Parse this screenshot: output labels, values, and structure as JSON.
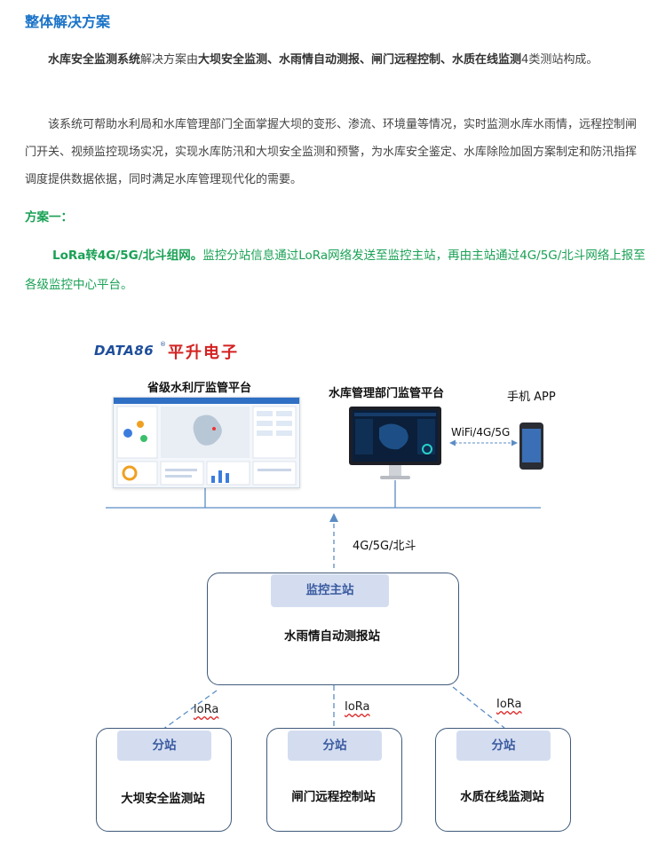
{
  "heading": "整体解决方案",
  "para1": {
    "b1": "水库安全监测系统",
    "t1": "解决方案由",
    "b2": "大坝安全监测、水雨情自动测报、闸门远程控制、水质在线监测",
    "t2": "4类测站构成。"
  },
  "para2": "该系统可帮助水利局和水库管理部门全面掌握大坝的变形、渗流、环境量等情况，实时监测水库水雨情，远程控制闸门开关、视频监控现场实况，实现水库防汛和大坝安全监测和预警，为水库安全鉴定、水库除险加固方案制定和防汛指挥调度提供数据依据，同时满足水库管理现代化的需要。",
  "scheme_title": "方案一：",
  "scheme": {
    "bold": "LoRa转4G/5G/北斗组网。",
    "text": "监控分站信息通过LoRa网络发送至监控主站，再由主站通过4G/5G/北斗网络上报至各级监控中心平台。"
  },
  "diagram": {
    "logo_text": "DATA86",
    "logo_reg": "®",
    "logo_cn": "平升电子",
    "province_platform": "省级水利厅监管平台",
    "reservoir_platform": "水库管理部门监管平台",
    "mobile_app": "手机 APP",
    "wifi_label": "WiFi/4G/5G",
    "uplink_label": "4G/5G/北斗",
    "main_tag": "监控主站",
    "main_station": "水雨情自动测报站",
    "lora_label": "loRa",
    "lora_label_2": "IoRa",
    "sub_tag": "分站",
    "sub_stations": [
      "大坝安全监测站",
      "闸门远程控制站",
      "水质在线监测站"
    ],
    "colors": {
      "heading": "#1a73c8",
      "green": "#1aa155",
      "line": "#5b8cc4",
      "tag_bg": "#d4ddf0"
    }
  }
}
